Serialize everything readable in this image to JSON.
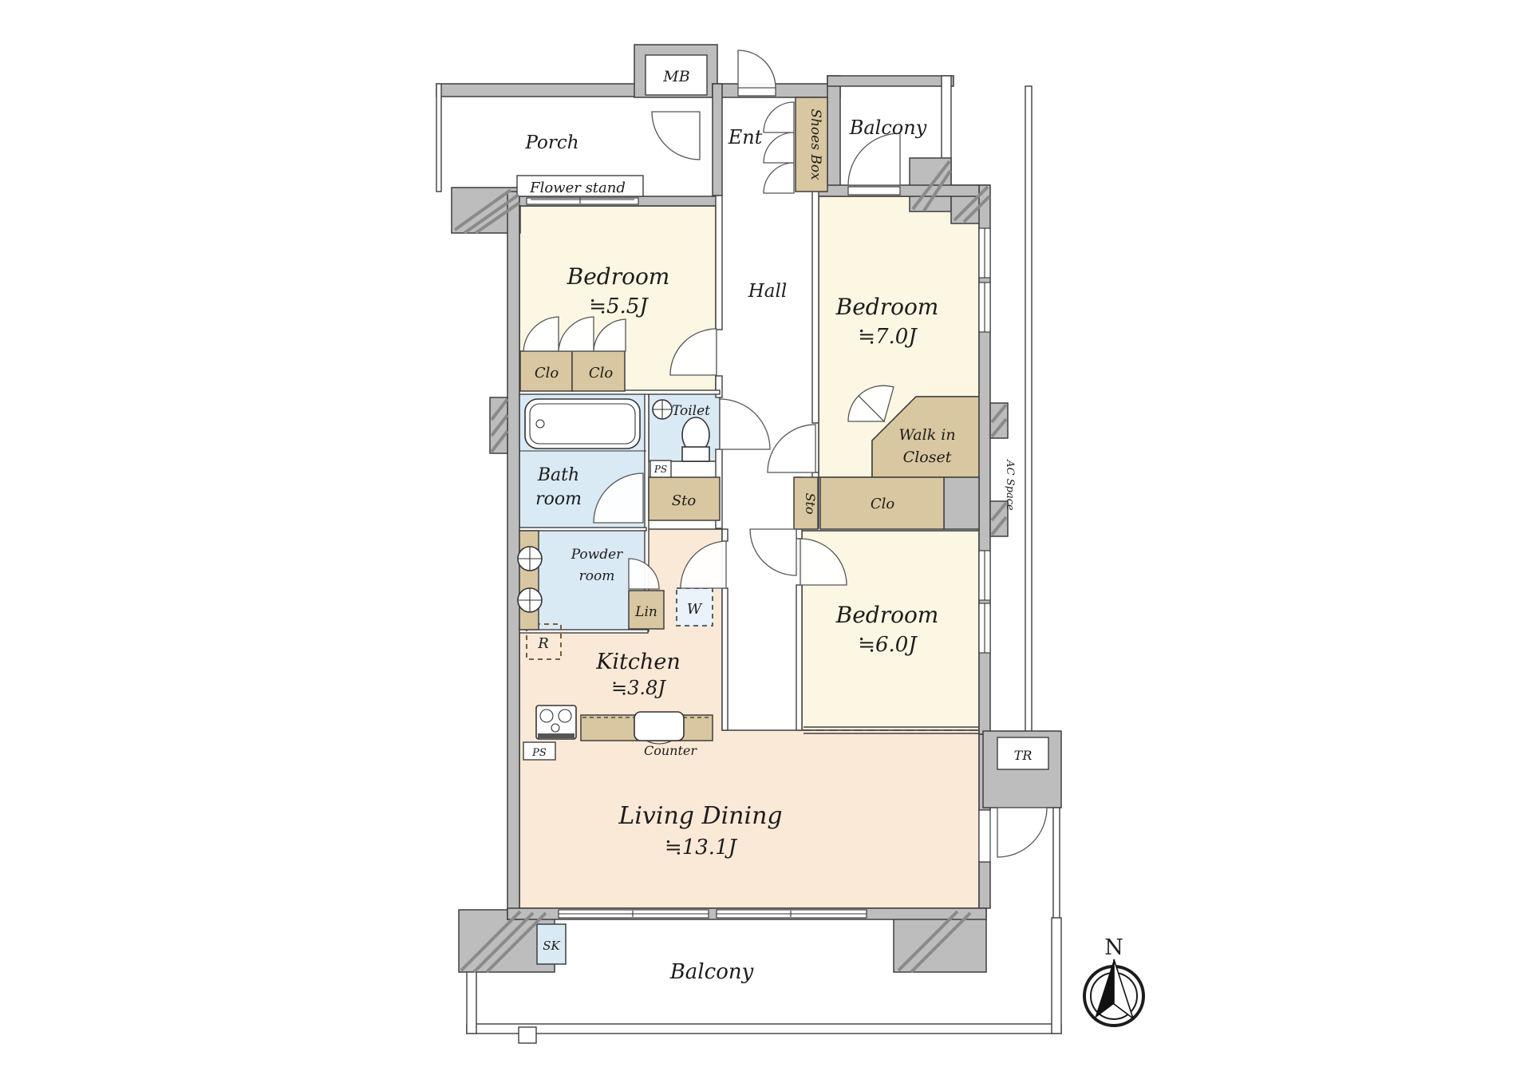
{
  "colors": {
    "wall": "#bdbdbd",
    "outline": "#3f3f3f",
    "bedroom_floor": "#fbf7e3",
    "closet_fill": "#d8c7a0",
    "wet_floor": "#daeaf5",
    "living_floor": "#fbe9d7"
  },
  "labels": {
    "mb": "MB",
    "porch": "Porch",
    "flower_stand": "Flower stand",
    "ent": "Ent",
    "shoes_box": "Shoes Box",
    "balcony_top": "Balcony",
    "bedroom1_name": "Bedroom",
    "bedroom1_size": "≒5.5J",
    "hall": "Hall",
    "bedroom2_name": "Bedroom",
    "bedroom2_size": "≒7.0J",
    "clo_a": "Clo",
    "clo_b": "Clo",
    "bath_1": "Bath",
    "bath_2": "room",
    "toilet": "Toilet",
    "ps_1": "PS",
    "sto_1": "Sto",
    "sto_2": "Sto",
    "clo_c": "Clo",
    "wic_1": "Walk in",
    "wic_2": "Closet",
    "ac_space": "AC Space",
    "powder_1": "Powder",
    "powder_2": "room",
    "lin": "Lin",
    "w": "W",
    "r": "R",
    "kitchen_name": "Kitchen",
    "kitchen_size": "≒3.8J",
    "counter": "Counter",
    "ps_2": "PS",
    "bedroom3_name": "Bedroom",
    "bedroom3_size": "≒6.0J",
    "tr": "TR",
    "living_name": "Living Dining",
    "living_size": "≒13.1J",
    "sk": "SK",
    "balcony_bottom": "Balcony",
    "compass_n": "N"
  }
}
